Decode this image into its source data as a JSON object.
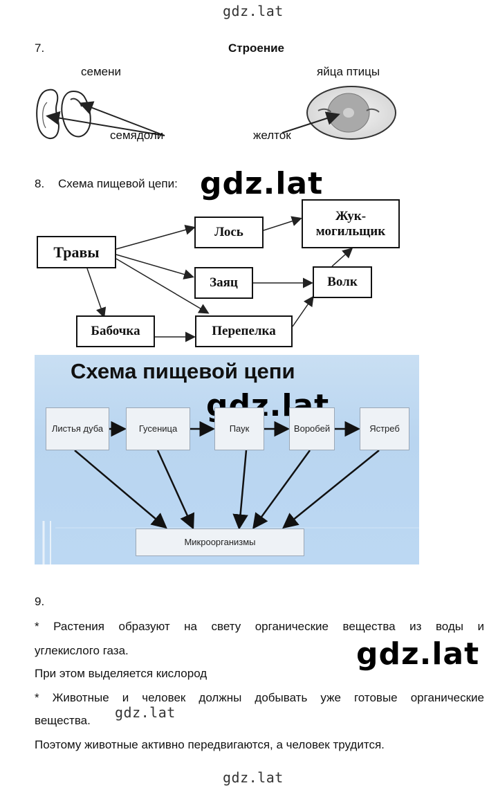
{
  "watermarks": {
    "top": "gdz.lat",
    "chain_big": "gdz.lat",
    "panel_big": "gdz.lat",
    "text_big": "gdz.lat",
    "text_small": "gdz.lat",
    "bottom": "gdz.lat"
  },
  "task7": {
    "number": "7.",
    "title": "Строение",
    "seed_label": "семени",
    "egg_label": "яйца птицы",
    "cotyledons_label": "семядоли",
    "yolk_label": "желток"
  },
  "task8": {
    "number": "8.",
    "heading": "Схема пищевой цепи:",
    "chain1": {
      "travy": "Травы",
      "los": "Лось",
      "zhuk": "Жук-\nмогильщик",
      "zayac": "Заяц",
      "volk": "Волк",
      "babochka": "Бабочка",
      "perepelka": "Перепелка"
    },
    "chain2": {
      "title": "Схема пищевой цепи",
      "leaves": "Листья дуба",
      "caterpillar": "Гусеница",
      "spider": "Паук",
      "sparrow": "Воробей",
      "hawk": "Ястреб",
      "micro": "Микроорганизмы"
    }
  },
  "task9": {
    "number": "9.",
    "line1": "* Растения образуют на свету органические вещества из воды и",
    "line2": "углекислого газа.",
    "line3": "При этом выделяется кислород",
    "line4": "* Животные и человек должны добывать уже готовые органические",
    "line5": "вещества.",
    "line6": "Поэтому животные активно передвигаются, а человек трудится."
  }
}
